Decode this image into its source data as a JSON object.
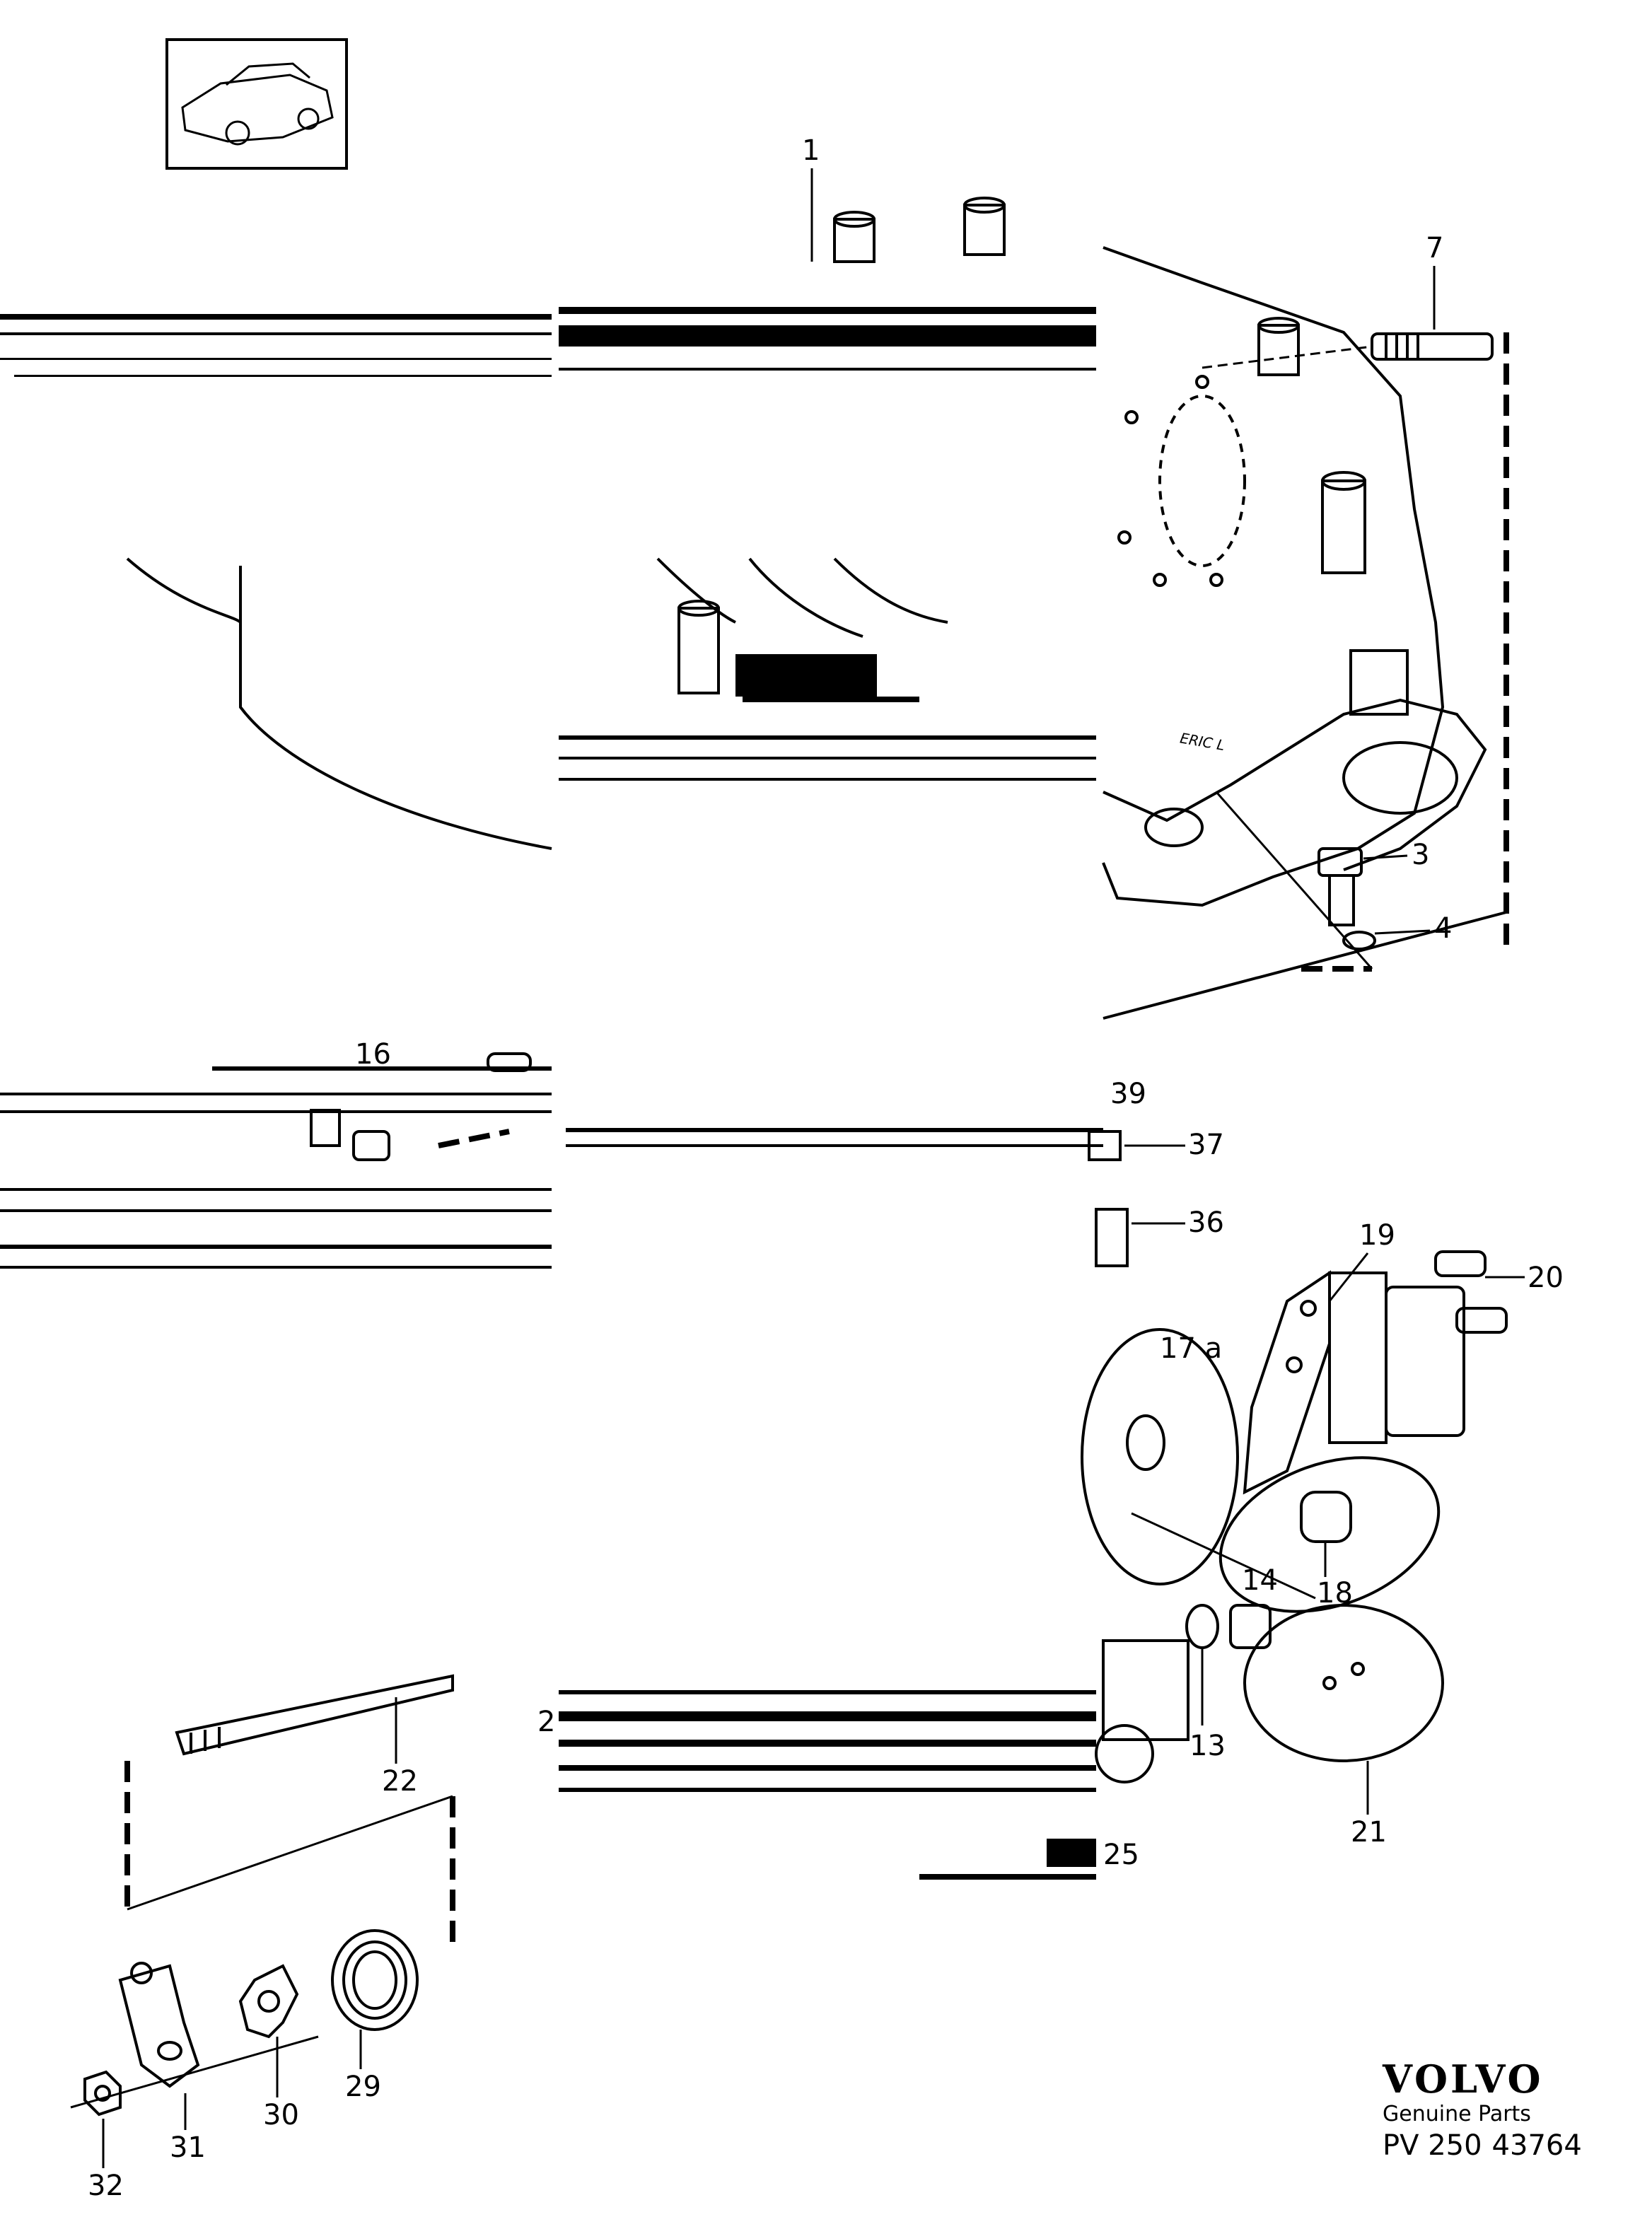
{
  "callouts": {
    "c1": "1",
    "c3": "3",
    "c4": "4",
    "c7": "7",
    "c13": "13",
    "c14": "14",
    "c16": "16",
    "c17a": "17 a",
    "c18": "18",
    "c19": "19",
    "c20": "20",
    "c21": "21",
    "c22": "22",
    "c2": "2",
    "c25": "25",
    "c29": "29",
    "c30": "30",
    "c31": "31",
    "c32": "32",
    "c36": "36",
    "c37": "37",
    "c39": "39"
  },
  "stamp": {
    "text": "ERIC L"
  },
  "brand": {
    "logo": "VOLVO",
    "subtitle": "Genuine Parts",
    "code_prefix": "PV 250",
    "code_number": "43764"
  }
}
